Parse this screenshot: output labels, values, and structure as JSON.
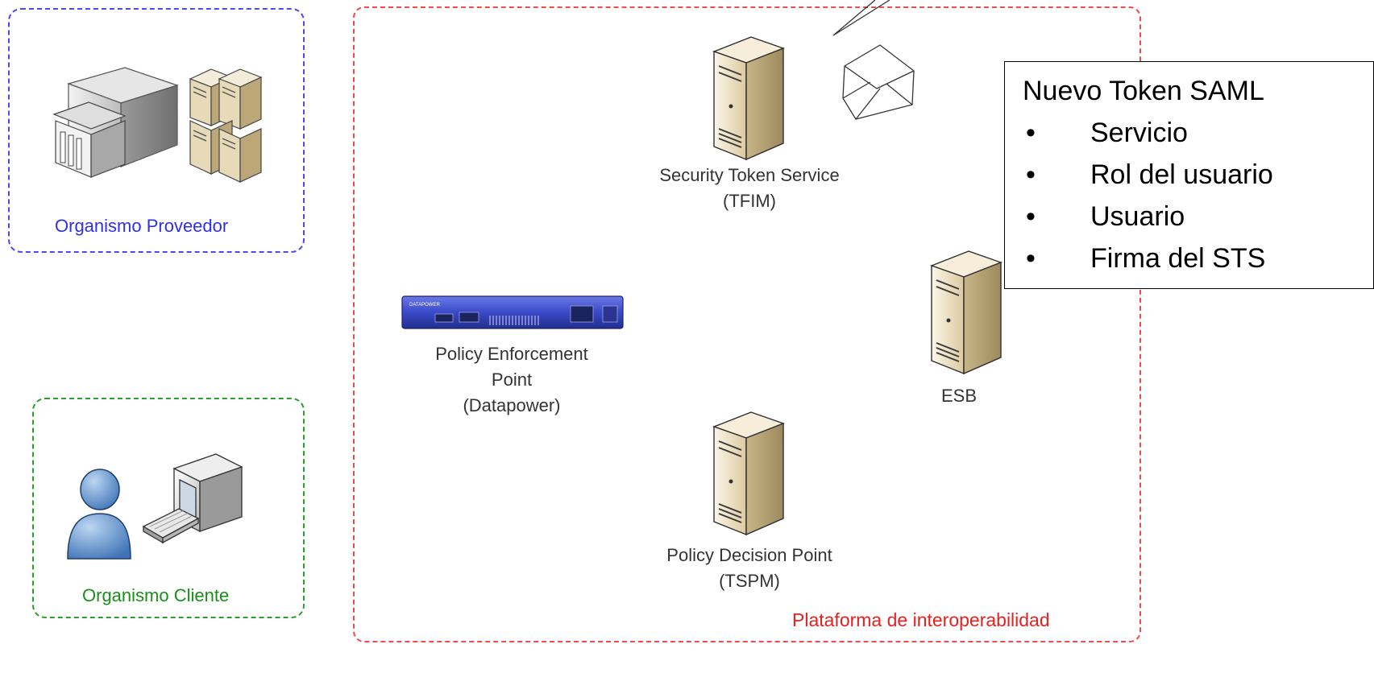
{
  "zones": {
    "provider": {
      "label": "Organismo Proveedor",
      "color": "#3333ff"
    },
    "client": {
      "label": "Organismo Cliente",
      "color": "#1c9a1c"
    },
    "platform": {
      "label": "Plataforma de interoperabilidad",
      "color": "#ff3333"
    }
  },
  "nodes": {
    "sts": {
      "line1": "Security Token Service",
      "line2": "(TFIM)",
      "icon": "server-tower-icon"
    },
    "pep": {
      "line1": "Policy Enforcement",
      "line2": "Point",
      "line3": "(Datapower)",
      "icon": "network-appliance-icon"
    },
    "esb": {
      "line1": "ESB",
      "icon": "server-tower-icon"
    },
    "pdp": {
      "line1": "Policy Decision Point",
      "line2": "(TSPM)",
      "icon": "server-tower-icon"
    }
  },
  "appliance": {
    "brand": "DATAPOWER"
  },
  "callout": {
    "title": "Nuevo Token SAML",
    "bullet": "•",
    "items": [
      "Servicio",
      "Rol del usuario",
      "Usuario",
      "Firma del STS"
    ]
  },
  "icons": {
    "provider_building": "government-building-icon",
    "provider_servers": "server-stack-icon",
    "client_user": "user-icon",
    "client_computer": "desktop-computer-icon",
    "token_envelope": "envelope-icon"
  },
  "colors": {
    "server_body": "#e9dcbc",
    "server_side": "#c8b588",
    "appliance": "#3a4ac8",
    "user": "#5b8fd0"
  }
}
